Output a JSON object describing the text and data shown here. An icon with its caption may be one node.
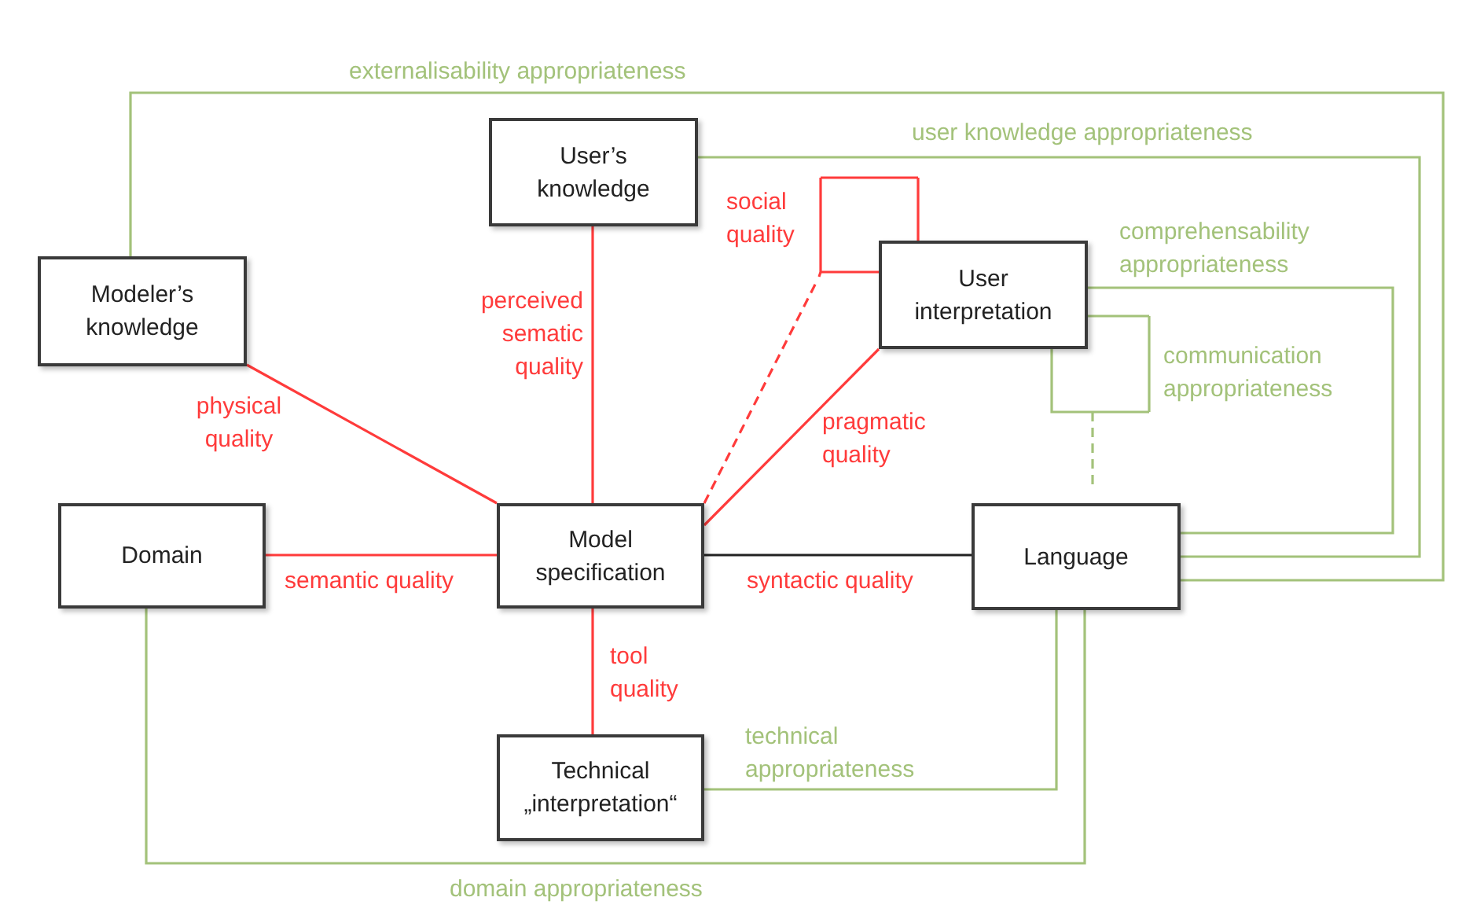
{
  "diagram": {
    "nodes": [
      {
        "text": [
          "User’s knowledge"
        ]
      },
      {
        "text": [
          "Modeler’s knowledge"
        ]
      },
      {
        "text": [
          "User interpretation"
        ]
      },
      {
        "text": [
          "Domain"
        ]
      },
      {
        "text": [
          "Model specification"
        ]
      },
      {
        "text": [
          "Language"
        ]
      },
      {
        "text": [
          "Technical „interpretation“"
        ]
      }
    ],
    "edges": [
      {
        "from": 1,
        "to": 5,
        "arrow": "none",
        "label": "externalisability appropriateness",
        "color": "#a3c27a"
      },
      {
        "from": 0,
        "to": 5,
        "arrow": "none",
        "label": "user knowledge appropriateness",
        "color": "#a3c27a"
      },
      {
        "from": 2,
        "to": 5,
        "arrow": "none",
        "label": "comprehensability appropriateness",
        "color": "#a3c27a"
      },
      {
        "from": 2,
        "to": 5,
        "arrow": "none",
        "label": "communication appropriateness",
        "style": "dashed",
        "color": "#a3c27a"
      },
      {
        "from": 1,
        "to": 4,
        "arrow": "none",
        "label": "physical quality",
        "color": "#ff3b3b"
      },
      {
        "from": 0,
        "to": 4,
        "arrow": "none",
        "label": "perceived sematic quality",
        "color": "#ff3b3b"
      },
      {
        "from": 4,
        "to": 2,
        "arrow": "none",
        "label": "social quality",
        "style": "dashed",
        "color": "#ff3b3b"
      },
      {
        "from": 4,
        "to": 2,
        "arrow": "none",
        "label": "pragmatic quality",
        "color": "#ff3b3b"
      },
      {
        "from": 3,
        "to": 4,
        "arrow": "none",
        "label": "semantic quality",
        "color": "#ff3b3b"
      },
      {
        "from": 4,
        "to": 5,
        "arrow": "none",
        "label": "syntactic quality",
        "color": "#222222"
      },
      {
        "from": 4,
        "to": 6,
        "arrow": "none",
        "label": "tool quality",
        "color": "#ff3b3b"
      },
      {
        "from": 6,
        "to": 5,
        "arrow": "none",
        "label": "technical appropriateness",
        "color": "#a3c27a"
      },
      {
        "from": 3,
        "to": 5,
        "arrow": "none",
        "label": "domain appropriateness",
        "color": "#a3c27a"
      }
    ]
  }
}
